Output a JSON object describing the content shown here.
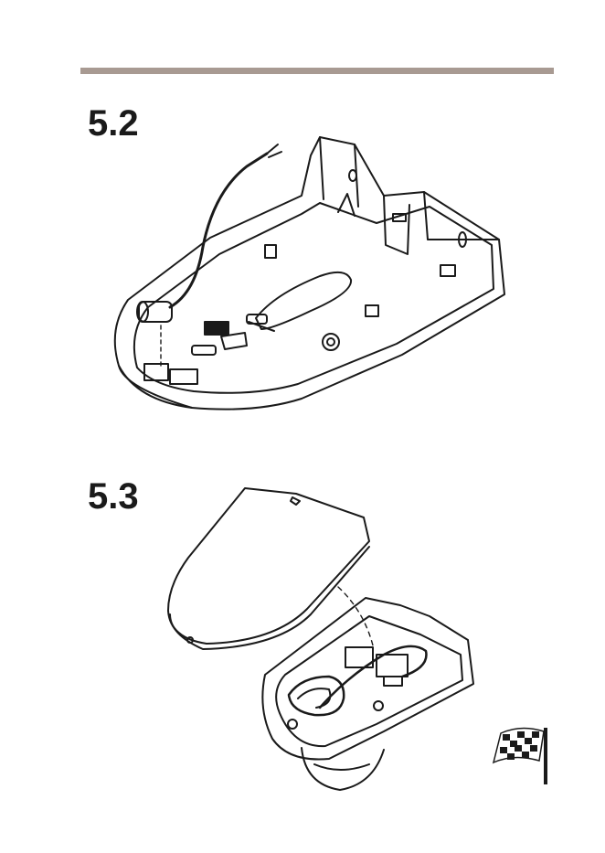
{
  "steps": [
    {
      "number": "5.2",
      "illustration": "mounting-base-with-cable"
    },
    {
      "number": "5.3",
      "illustration": "attach-cover"
    }
  ],
  "finish_icon": "checkered-flag-icon",
  "colors": {
    "rule": "#a89a92",
    "ink": "#1a1a1a"
  }
}
